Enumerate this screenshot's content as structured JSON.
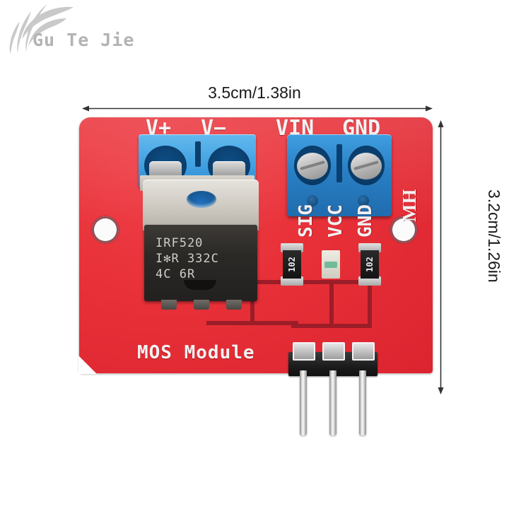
{
  "watermark": {
    "brand_text": "Gu Te Jie",
    "logo_icon": "fan-swoosh-logo-icon",
    "color": "#b3b3b3"
  },
  "dimensions": {
    "width_label": "3.5cm/1.38in",
    "height_label": "3.2cm/1.26in",
    "line_color": "#333333"
  },
  "board": {
    "color": "#e8303a",
    "product_name": "MOS Module",
    "vendor_mark": "MH",
    "top_terminals": {
      "left_block_labels": [
        "V+",
        "V−"
      ],
      "right_block_labels": [
        "VIN",
        "GND"
      ]
    },
    "header_labels": [
      "SIG",
      "VCC",
      "GND"
    ],
    "mosfet": {
      "package": "TO-220",
      "marking_line1": "IRF520",
      "marking_line2": "I✻R 332C",
      "marking_line3": "4C      6R",
      "body_color": "#2b2926",
      "tab_color": "#cdc9c1"
    },
    "smd_parts": [
      {
        "name": "resistor-left",
        "code": "102",
        "color": "#1d1d1d"
      },
      {
        "name": "led",
        "code": "",
        "color": "#e6e3d8"
      },
      {
        "name": "resistor-right",
        "code": "102",
        "color": "#1d1d1d"
      }
    ],
    "terminal_block_color": "#2f88cb",
    "mounting_holes": 2,
    "header_pin_count": 3
  }
}
